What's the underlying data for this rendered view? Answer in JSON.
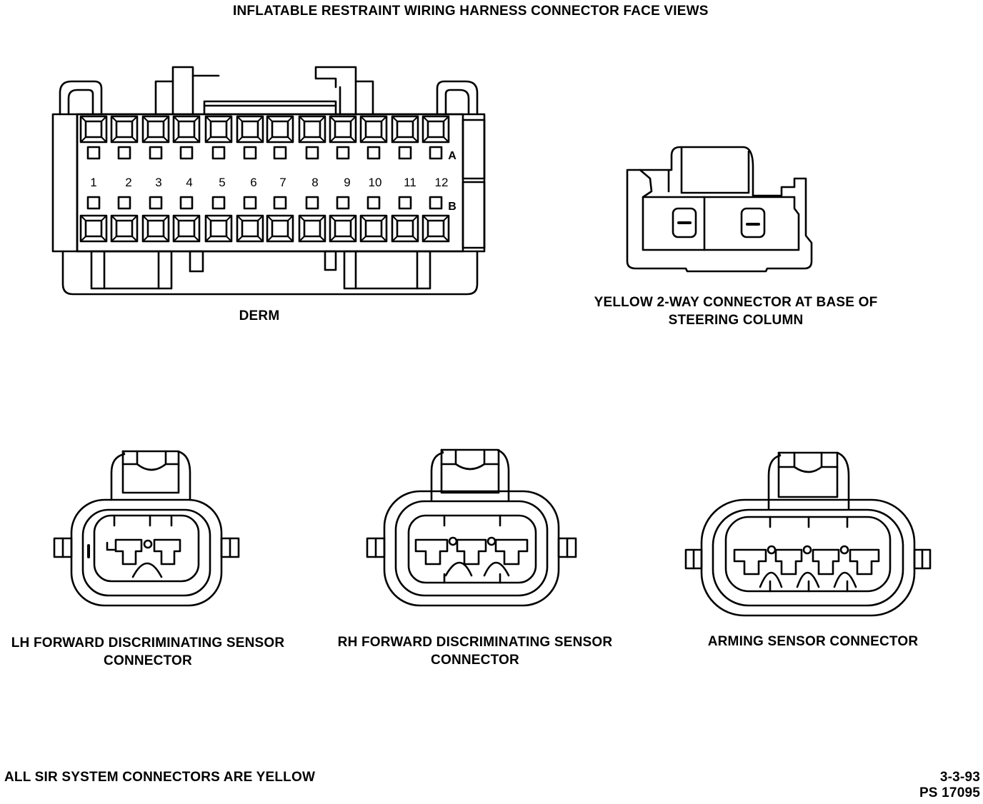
{
  "title": "INFLATABLE RESTRAINT WIRING HARNESS CONNECTOR FACE VIEWS",
  "derm": {
    "label": "DERM",
    "pin_numbers": [
      "1",
      "2",
      "3",
      "4",
      "5",
      "6",
      "7",
      "8",
      "9",
      "10",
      "11",
      "12"
    ],
    "row_a": "A",
    "row_b": "B"
  },
  "yellow_connector": {
    "label_line1": "YELLOW 2-WAY CONNECTOR AT BASE OF",
    "label_line2": "STEERING COLUMN"
  },
  "lh_sensor": {
    "label_line1": "LH FORWARD DISCRIMINATING SENSOR",
    "label_line2": "CONNECTOR"
  },
  "rh_sensor": {
    "label_line1": "RH FORWARD DISCRIMINATING SENSOR",
    "label_line2": "CONNECTOR"
  },
  "arming_sensor": {
    "label": "ARMING SENSOR CONNECTOR"
  },
  "footer": {
    "note": "ALL SIR SYSTEM CONNECTORS ARE YELLOW",
    "date": "3-3-93",
    "code": "PS 17095"
  }
}
